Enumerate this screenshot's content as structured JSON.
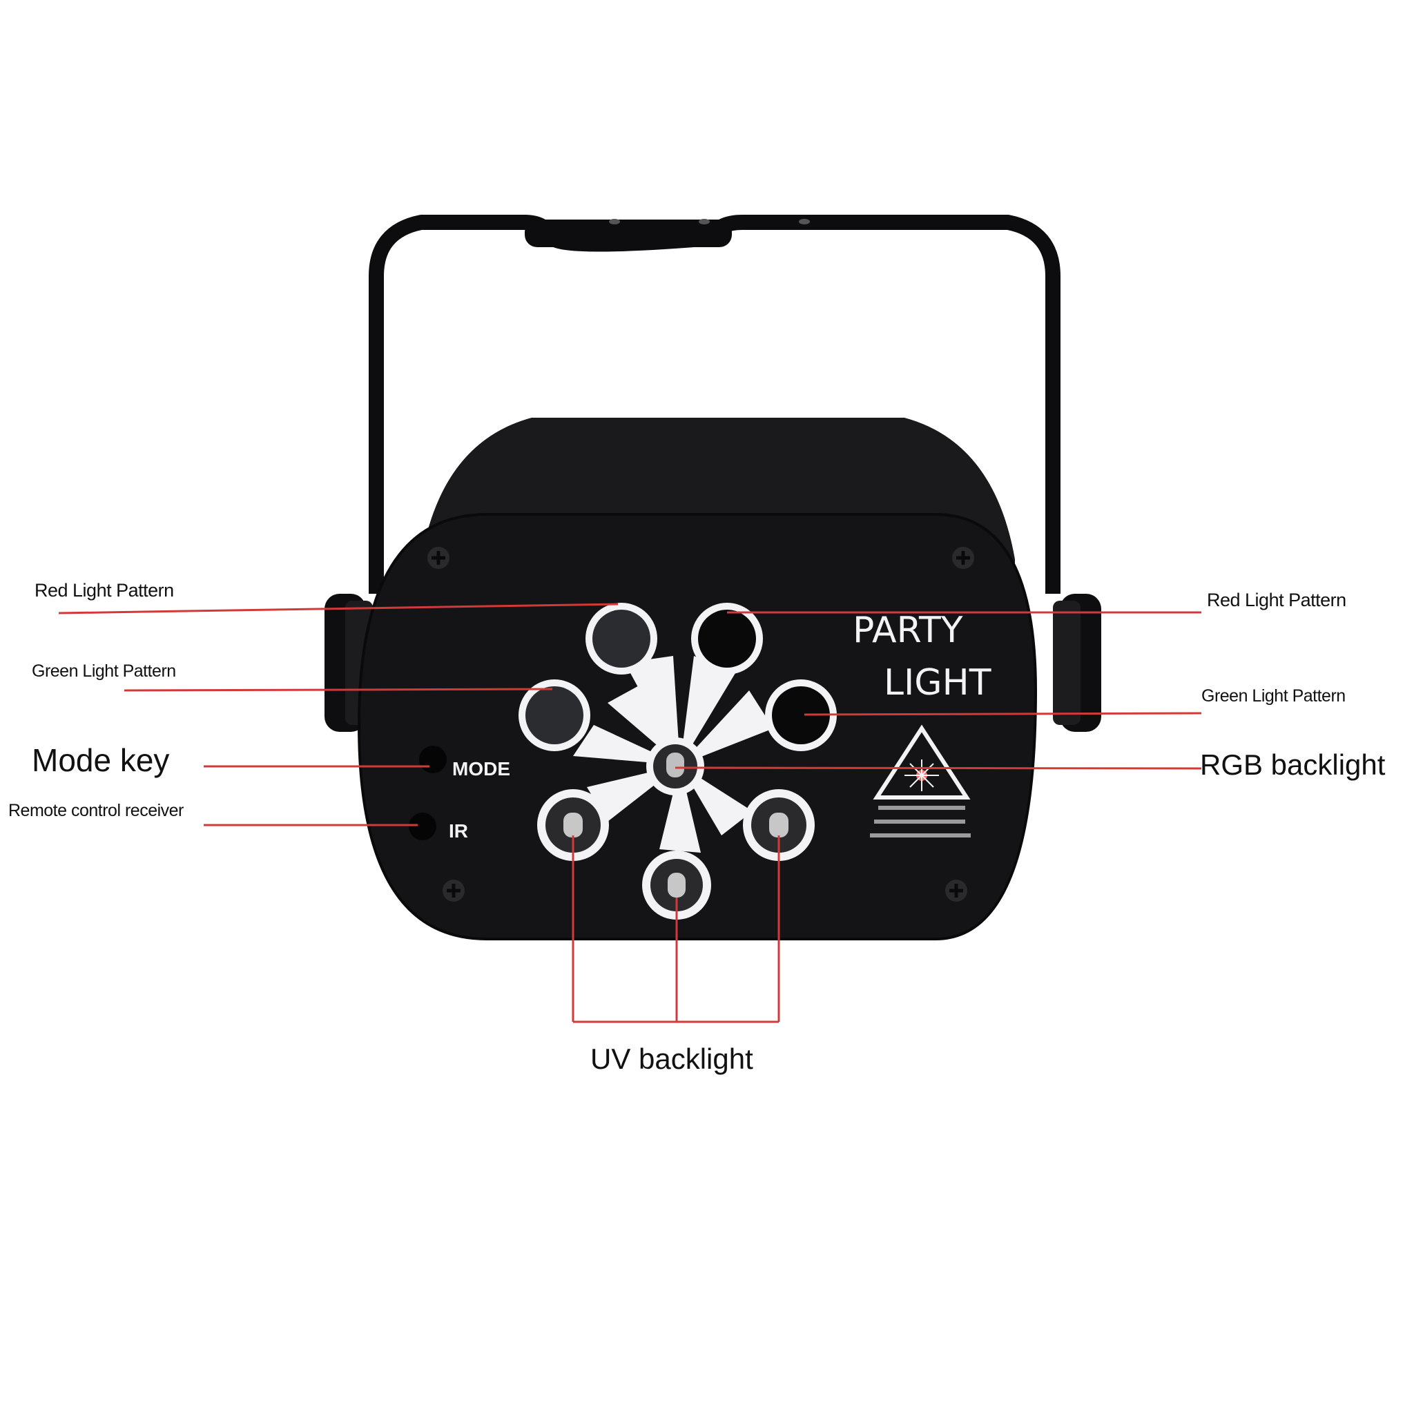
{
  "labels": {
    "red_left": "Red Light Pattern",
    "green_left": "Green Light Pattern",
    "mode_key": "Mode key",
    "remote": "Remote control receiver",
    "red_right": "Red Light Pattern",
    "green_right": "Green Light Pattern",
    "rgb": "RGB backlight",
    "uv": "UV backlight"
  },
  "device": {
    "mode_text": "MODE",
    "ir_text": "IR",
    "brand_line1": "PARTY",
    "brand_line2": "LIGHT"
  },
  "colors": {
    "leader": "#d23a3a",
    "body": "#141416"
  }
}
